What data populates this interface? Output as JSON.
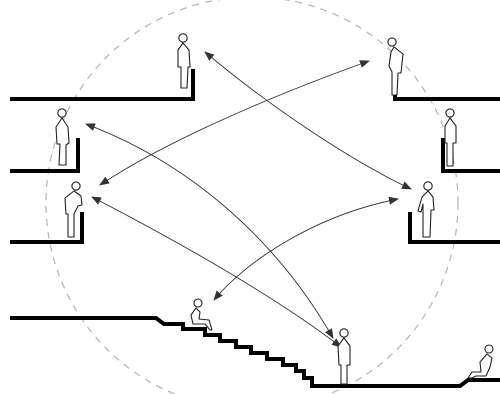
{
  "diagram": {
    "colors": {
      "structure": "#000000",
      "figures": "#222222",
      "sightlines": "#333333",
      "guide_circle": "#b5b5b5",
      "background": "#ffffff"
    },
    "elements": [
      "guide-circle",
      "left-balconies",
      "right-balconies",
      "stepped-seating",
      "standing-figures",
      "seated-figures",
      "double-headed-sightline-arrows"
    ]
  }
}
